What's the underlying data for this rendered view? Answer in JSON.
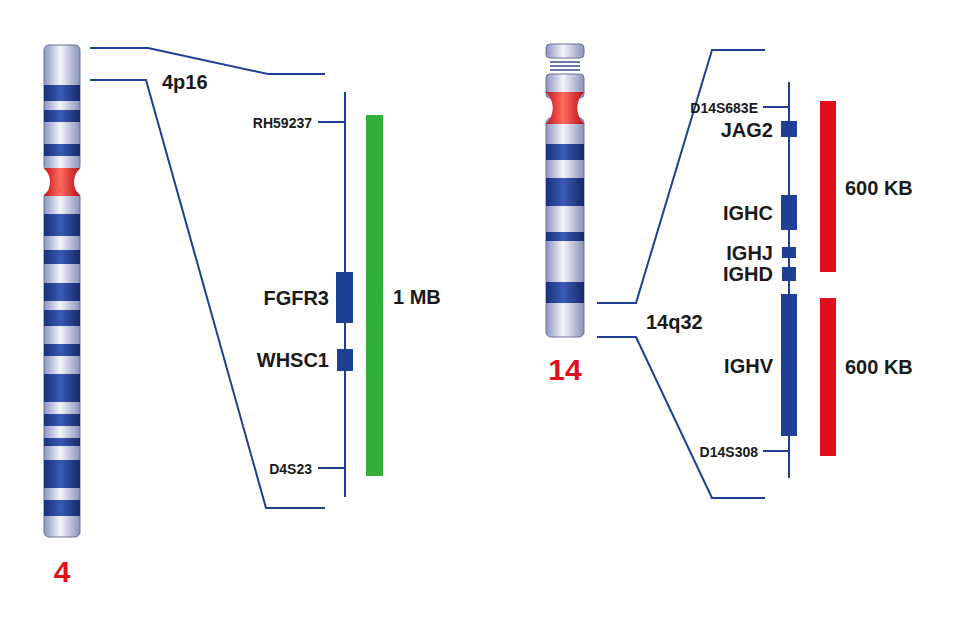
{
  "diagram": {
    "labels": [
      "4p16",
      "RH59237",
      "FGFR3",
      "WHSC1",
      "D4S23",
      "1 MB",
      "4",
      "D14S683E",
      "JAG2",
      "IGHC",
      "IGHJ",
      "IGHD",
      "IGHV",
      "600 KB",
      "600 KB",
      "D14S308",
      "14q32",
      "14"
    ]
  }
}
